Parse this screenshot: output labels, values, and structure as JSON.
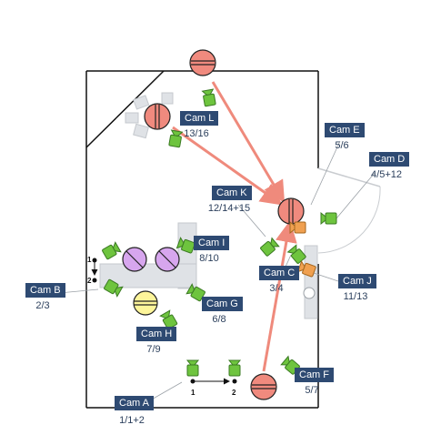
{
  "cameras": [
    {
      "label": "Cam A",
      "shots": "1/1+2"
    },
    {
      "label": "Cam B",
      "shots": "2/3"
    },
    {
      "label": "Cam C",
      "shots": "3/4"
    },
    {
      "label": "Cam D",
      "shots": "4/5+12"
    },
    {
      "label": "Cam E",
      "shots": "5/6"
    },
    {
      "label": "Cam F",
      "shots": "5/7"
    },
    {
      "label": "Cam G",
      "shots": "6/8"
    },
    {
      "label": "Cam H",
      "shots": "7/9"
    },
    {
      "label": "Cam I",
      "shots": "8/10"
    },
    {
      "label": "Cam J",
      "shots": "11/13"
    },
    {
      "label": "Cam K",
      "shots": "12/14+15"
    },
    {
      "label": "Cam L",
      "shots": "13/16"
    }
  ],
  "dolly": {
    "start": "1",
    "end": "2"
  },
  "dolly_b": {
    "start": "1",
    "end": "2"
  },
  "colors": {
    "walls": "#111111",
    "label_bg": "#2e4a72",
    "camera": "#6ec43e",
    "camera_alt": "#f0a050",
    "actor_red": "#f08a7e",
    "actor_purple": "#d7a6ee",
    "actor_yellow": "#fdf59a",
    "movement_arrow": "#ef8a7c",
    "furniture": "#dfe2e6"
  }
}
